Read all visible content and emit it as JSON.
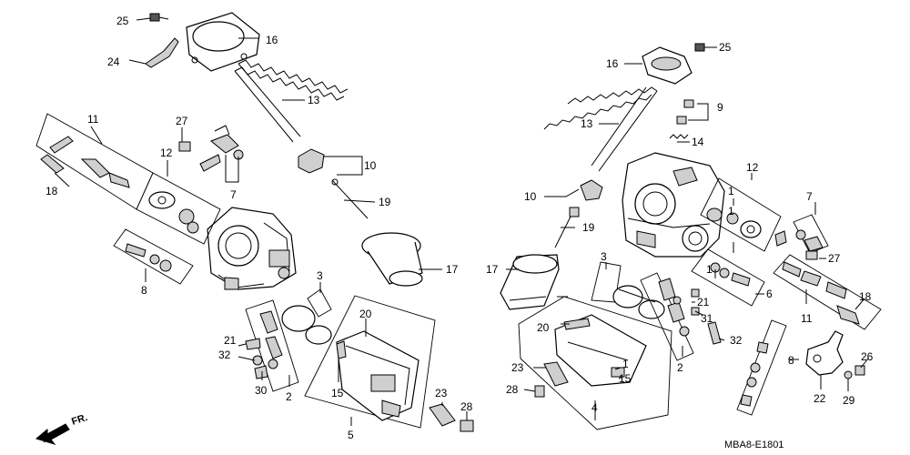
{
  "diagram_code": "MBA8-E1801",
  "direction_label": "FR.",
  "left_callouts": [
    "25",
    "24",
    "16",
    "13",
    "11",
    "27",
    "12",
    "18",
    "7",
    "10",
    "19",
    "17",
    "3",
    "8",
    "20",
    "21",
    "32",
    "30",
    "2",
    "15",
    "5",
    "23",
    "28"
  ],
  "right_callouts": [
    "25",
    "16",
    "9",
    "14",
    "13",
    "12",
    "1",
    "10",
    "1",
    "19",
    "7",
    "27",
    "17",
    "3",
    "6",
    "1",
    "20",
    "21",
    "31",
    "32",
    "11",
    "18",
    "8",
    "26",
    "23",
    "1",
    "15",
    "2",
    "28",
    "4",
    "22",
    "29"
  ]
}
